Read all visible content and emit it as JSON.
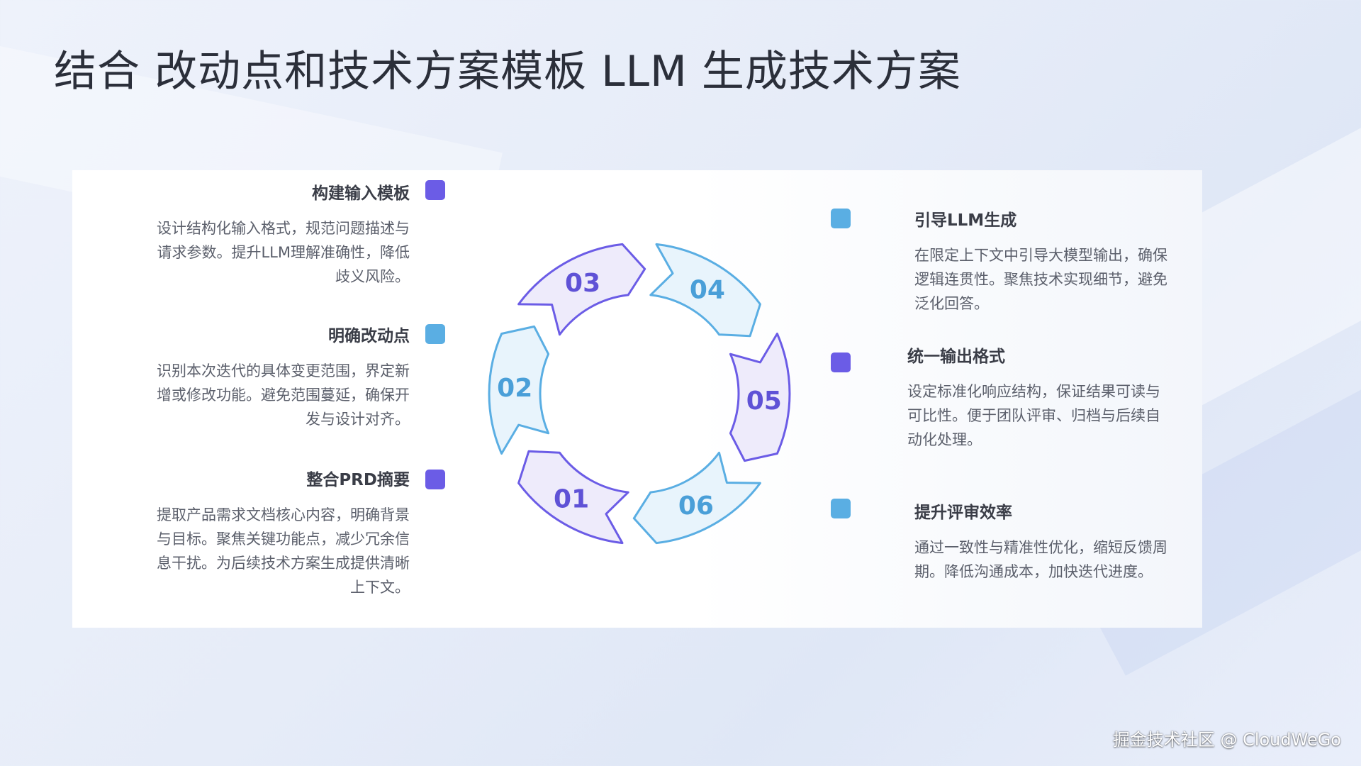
{
  "title": "结合 改动点和技术方案模板 LLM 生成技术方案",
  "left_items": [
    {
      "title": "构建输入模板",
      "desc": "设计结构化输入格式，规范问题描述与请求参数。提升LLM理解准确性，降低歧义风险。"
    },
    {
      "title": "明确改动点",
      "desc": "识别本次迭代的具体变更范围，界定新增或修改功能。避免范围蔓延，确保开发与设计对齐。"
    },
    {
      "title": "整合PRD摘要",
      "desc": "提取产品需求文档核心内容，明确背景与目标。聚焦关键功能点，减少冗余信息干扰。为后续技术方案生成提供清晰上下文。"
    }
  ],
  "right_items": [
    {
      "title": "引导LLM生成",
      "desc": "在限定上下文中引导大模型输出，确保逻辑连贯性。聚焦技术实现细节，避免泛化回答。"
    },
    {
      "title": "统一输出格式",
      "desc": "设定标准化响应结构，保证结果可读与可比性。便于团队评审、归档与后续自动化处理。"
    },
    {
      "title": "提升评审效率",
      "desc": "通过一致性与精准性优化，缩短反馈周期。降低沟通成本，加快迭代进度。"
    }
  ],
  "cycle": {
    "segments": [
      {
        "label": "01",
        "style": "purple"
      },
      {
        "label": "02",
        "style": "blue"
      },
      {
        "label": "03",
        "style": "purple"
      },
      {
        "label": "04",
        "style": "blue"
      },
      {
        "label": "05",
        "style": "purple"
      },
      {
        "label": "06",
        "style": "blue"
      }
    ]
  },
  "colors": {
    "purple_stroke": "#6b5ce6",
    "purple_fill": "#eeebfb",
    "purple_text": "#5f52d6",
    "blue_stroke": "#5aaee3",
    "blue_fill": "#e8f4fc",
    "blue_text": "#4a9fd8"
  },
  "watermark": "掘金技术社区 @ CloudWeGo"
}
